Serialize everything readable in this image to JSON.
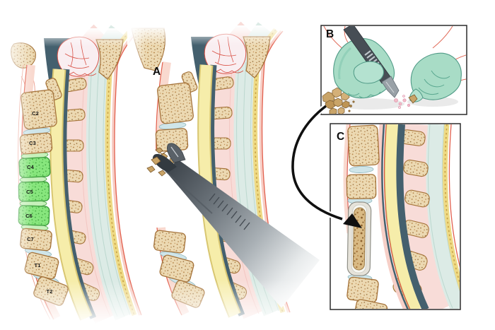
{
  "panel_labels": {
    "a": "A",
    "b": "B",
    "c": "C"
  },
  "vertebrae": {
    "c2": "C2",
    "c3": "C3",
    "c4": "C4",
    "c5": "C5",
    "c6": "C6",
    "c7": "C7",
    "t1": "T1",
    "t2": "T2"
  },
  "highlighted_levels": [
    "C4",
    "C5",
    "C6"
  ],
  "colors": {
    "background": "#ffffff",
    "bone_fill": "#ecd9b2",
    "bone_outline": "#a5733a",
    "highlight_green": "#87e67d",
    "highlight_green_outline": "#3f9f3f",
    "spinal_cord_yellow": "#f6edaa",
    "canal_dark_teal": "#44606e",
    "muscle_pink": "#f8dcd8",
    "posterior_teal": "#dcebe6",
    "ligament_yellow": "#eeda85",
    "skin_outline_red": "#e2604e",
    "disc_blue": "#cfe5e9",
    "glove_teal": "#a8dcc6",
    "instrument_gray": "#474e55",
    "graft_strut_gray": "#e6e3da",
    "panel_border": "#2b2b2b",
    "arrow_black": "#101010"
  }
}
